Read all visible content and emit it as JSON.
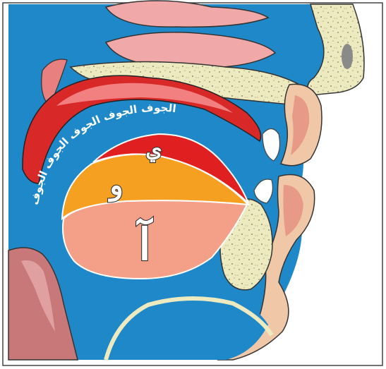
{
  "diagram": {
    "arc_label": "الجوف الجوف الجوف الجوف الجوف",
    "letters": {
      "ya": "ي",
      "waw": "و",
      "alif": "آ"
    },
    "colors": {
      "frame": "#444444",
      "background": "#ffffff",
      "cavity": "#1e88c8",
      "bone": "#eeeac0",
      "tongue_pink": "#f4a090",
      "band_red": "#e02020",
      "band_orange": "#f5a020",
      "band_salmon": "#f4a088",
      "palate_red": "#d82828",
      "gum_pink": "#e8a0a0",
      "lip": "#f0c8a8",
      "throat": "#c87878"
    }
  }
}
